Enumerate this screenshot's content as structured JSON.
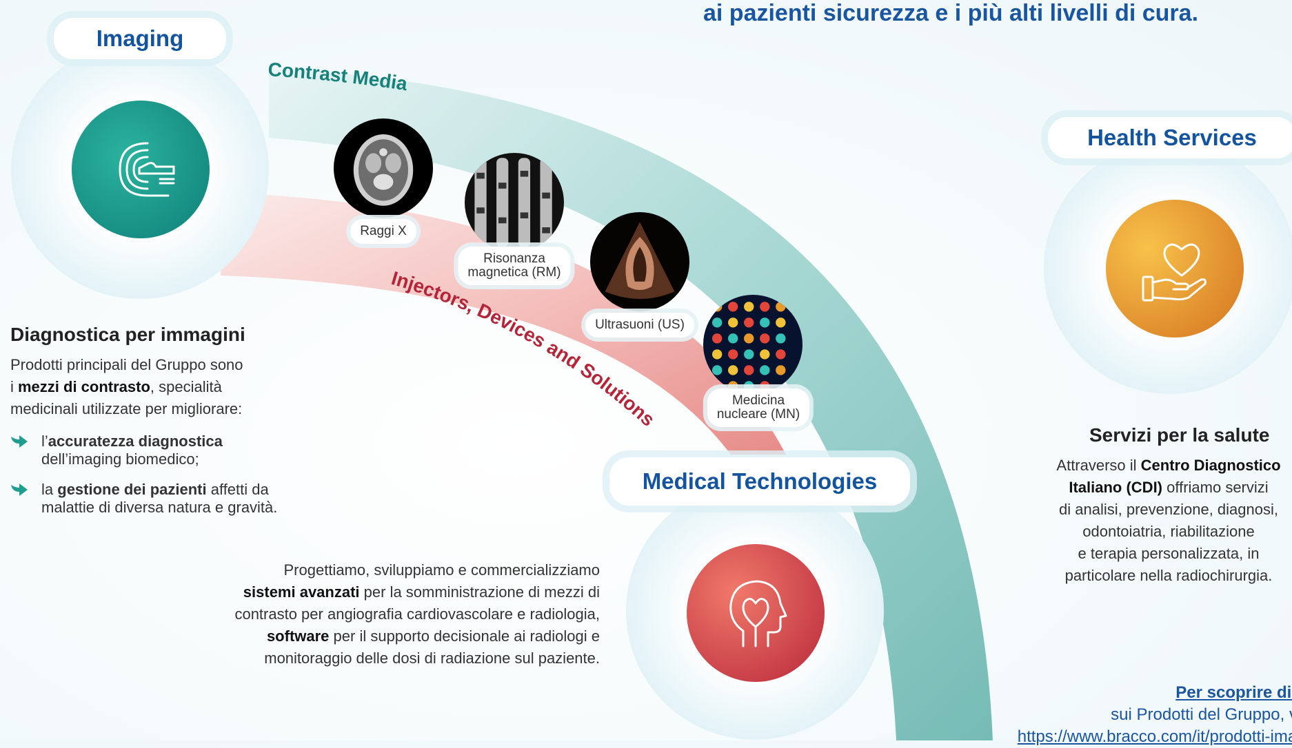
{
  "tagline": "ai pazienti sicurezza e i più alti livelli di cura.",
  "colors": {
    "brand_blue": "#14549e",
    "teal": "#1f9e8f",
    "red": "#b3263a",
    "orange": "#e8962a"
  },
  "arc_labels": {
    "contrast": "Contrast Media",
    "injectors": "Injectors, Devices and Solutions"
  },
  "imaging": {
    "title": "Imaging",
    "icon": "mri-scanner-icon",
    "heading": "Diagnostica per immagini",
    "intro_1": "Prodotti principali del Gruppo sono",
    "intro_2a": "i ",
    "intro_2b": "mezzi di contrasto",
    "intro_2c": ", specialità",
    "intro_3": "medicinali utilizzate per migliorare:",
    "bullets": [
      {
        "pre": "l’",
        "bold": "accuratezza diagnostica",
        "post": "",
        "line2": "dell’imaging biomedico;"
      },
      {
        "pre": "la ",
        "bold": "gestione dei pazienti",
        "post": " affetti da",
        "line2": "malattie di diversa natura e gravità."
      }
    ]
  },
  "modalities": [
    {
      "label_1": "Raggi X",
      "label_2": "",
      "icon": "ct-brain-scan"
    },
    {
      "label_1": "Risonanza",
      "label_2": "magnetica (RM)",
      "icon": "mri-spine-scan"
    },
    {
      "label_1": "Ultrasuoni (US)",
      "label_2": "",
      "icon": "ultrasound-heart-scan"
    },
    {
      "label_1": "Medicina",
      "label_2": "nucleare (MN)",
      "icon": "nuclear-medicine-scan"
    }
  ],
  "medical": {
    "title": "Medical Technologies",
    "icon": "head-heart-icon",
    "l1": "Progettiamo, sviluppiamo e commercializziamo",
    "l2b": "sistemi avanzati",
    "l2": " per la somministrazione di mezzi di",
    "l3": "contrasto per angiografia cardiovascolare e radiologia,",
    "l4b": "software",
    "l4": " per il supporto decisionale ai radiologi e",
    "l5": "monitoraggio delle dosi di radiazione sul paziente."
  },
  "health": {
    "title": "Health Services",
    "icon": "hand-heart-icon",
    "heading": "Servizi per la salute",
    "l1a": "Attraverso il ",
    "l1b": "Centro Diagnostico",
    "l2b": "Italiano (CDI)",
    "l2": " offriamo servizi",
    "l3": "di analisi, prevenzione, diagnosi,",
    "l4": "odontoiatria, riabilitazione",
    "l5": "e terapia personalizzata, in",
    "l6": "particolare nella radiochirurgia."
  },
  "footer": {
    "link_title": "Per scoprire di più",
    "line2": "sui Prodotti del Gruppo, visita il sito",
    "url": "https://www.bracco.com/it/prodotti-imaging-diagnostico"
  }
}
